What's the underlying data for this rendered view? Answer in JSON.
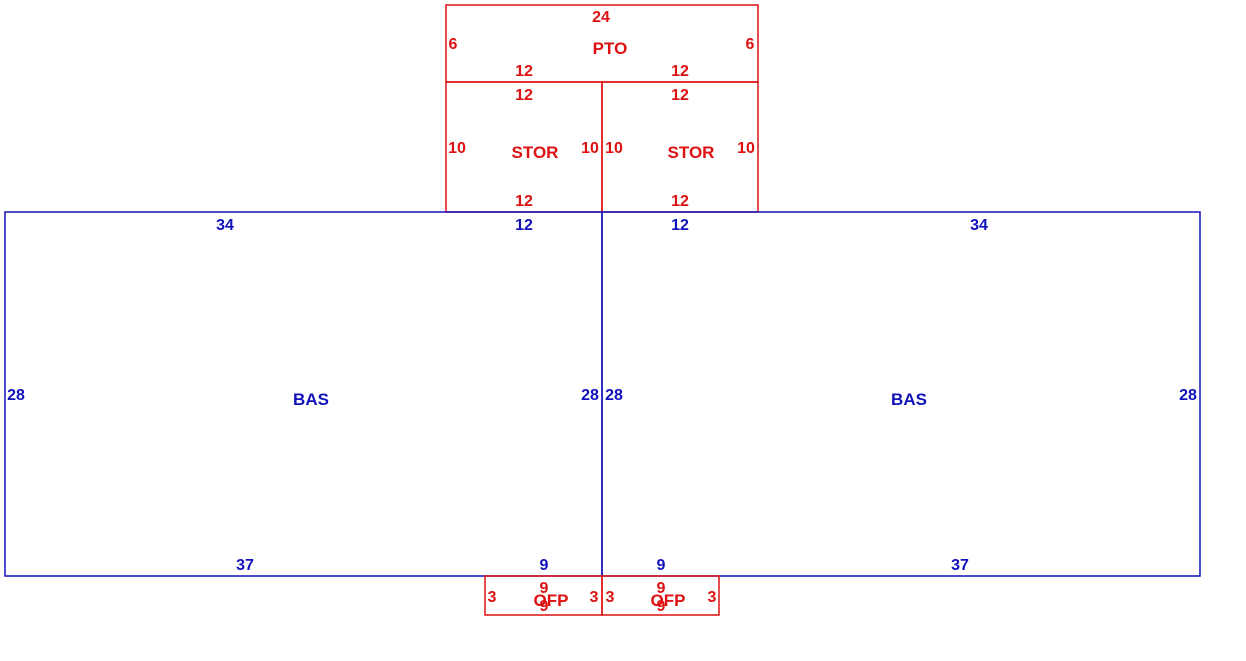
{
  "colors": {
    "red": "#dd1111",
    "blue": "#1111bb",
    "background": "#ffffff"
  },
  "areas": {
    "pto": {
      "label": "PTO",
      "color_key": "red",
      "top": "24",
      "left": "6",
      "right": "6",
      "bottom_left": "12",
      "bottom_right": "12"
    },
    "stor_l": {
      "label": "STOR",
      "color_key": "red",
      "top": "12",
      "bottom": "12",
      "left": "10",
      "right": "10"
    },
    "stor_r": {
      "label": "STOR",
      "color_key": "red",
      "top": "12",
      "bottom": "12",
      "left": "10",
      "right": "10"
    },
    "bas_l": {
      "label": "BAS",
      "color_key": "blue",
      "top_outer": "34",
      "top_inner": "12",
      "left": "28",
      "right": "28",
      "bottom_outer": "37",
      "bottom_inner": "9"
    },
    "bas_r": {
      "label": "BAS",
      "color_key": "blue",
      "top_outer": "34",
      "top_inner": "12",
      "left": "28",
      "right": "28",
      "bottom_outer": "37",
      "bottom_inner": "9"
    },
    "ofp_l": {
      "label": "OFP",
      "color_key": "red",
      "top": "9",
      "bottom": "9",
      "left": "3",
      "right": "3"
    },
    "ofp_r": {
      "label": "OFP",
      "color_key": "red",
      "top": "9",
      "bottom": "9",
      "left": "3",
      "right": "3"
    }
  }
}
